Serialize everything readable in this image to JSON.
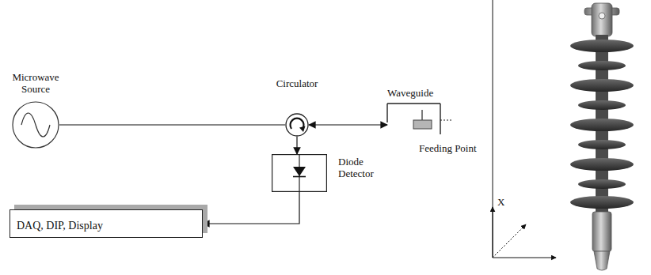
{
  "diagram": {
    "nodes": [
      {
        "text": [
          "Microwave Source"
        ]
      },
      {
        "text": [
          "Circulator"
        ]
      },
      {
        "text": [
          "Waveguide",
          "Feeding Point"
        ]
      },
      {
        "text": [
          "Diode Detector"
        ]
      },
      {
        "text": [
          "DAQ, DIP, Display"
        ]
      }
    ],
    "edges": [
      {
        "from": 0,
        "to": 1,
        "arrow": "none"
      },
      {
        "from": 1,
        "to": 2,
        "arrow": "both"
      },
      {
        "from": 1,
        "to": 3,
        "arrow": "to"
      },
      {
        "from": 3,
        "to": 4,
        "arrow": "to"
      }
    ],
    "labels": [
      "X"
    ]
  }
}
